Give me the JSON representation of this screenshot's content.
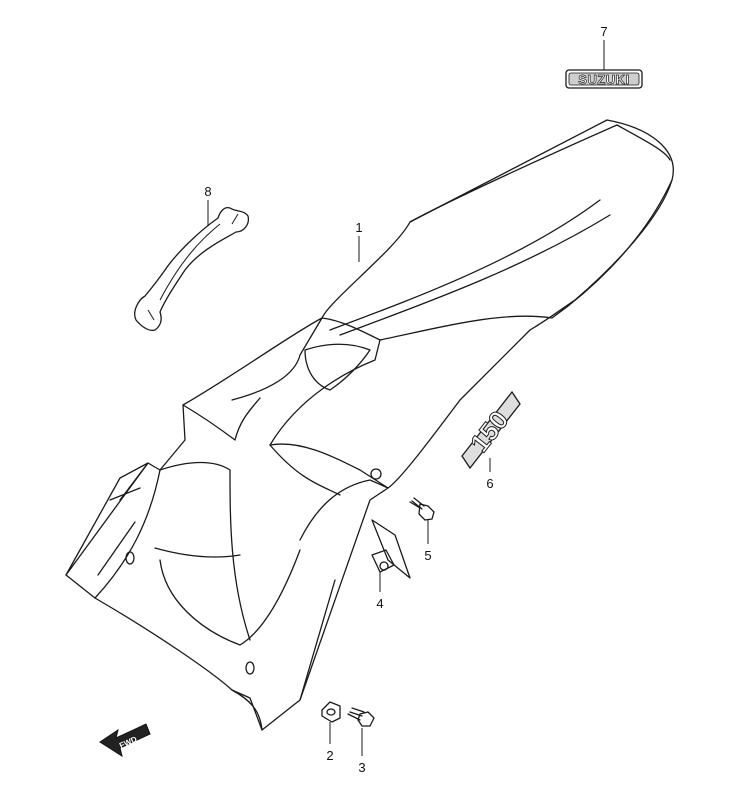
{
  "callouts": [
    {
      "num": "1",
      "part": "rear-fender"
    },
    {
      "num": "2",
      "part": "nut"
    },
    {
      "num": "3",
      "part": "bolt"
    },
    {
      "num": "4",
      "part": "nut-clip"
    },
    {
      "num": "5",
      "part": "bolt"
    },
    {
      "num": "6",
      "part": "decal-150"
    },
    {
      "num": "7",
      "part": "emblem-suzuki"
    },
    {
      "num": "8",
      "part": "wrench"
    }
  ],
  "emblem_text": "SUZUKI",
  "decal_text": "150",
  "fwd_label": "FWD"
}
